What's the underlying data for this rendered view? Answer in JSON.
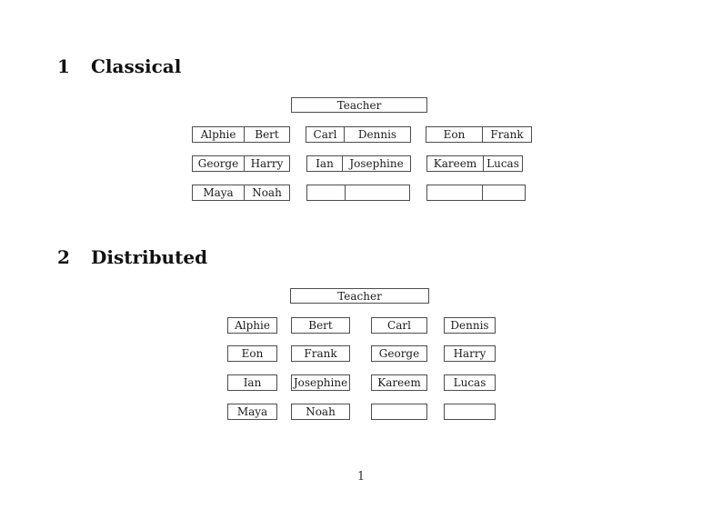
{
  "document": {
    "page_number": "1"
  },
  "sections": {
    "classical": {
      "number": "1",
      "title": "Classical"
    },
    "distributed": {
      "number": "2",
      "title": "Distributed"
    }
  },
  "classical": {
    "teacher": "Teacher",
    "desks": [
      [
        [
          "Alphie",
          "Bert"
        ],
        [
          "Carl",
          "Dennis"
        ],
        [
          "Eon",
          "Frank"
        ]
      ],
      [
        [
          "George",
          "Harry"
        ],
        [
          "Ian",
          "Josephine"
        ],
        [
          "Kareem",
          "Lucas"
        ]
      ],
      [
        [
          "Maya",
          "Noah"
        ],
        [
          "",
          ""
        ],
        [
          "",
          ""
        ]
      ]
    ]
  },
  "distributed": {
    "teacher": "Teacher",
    "seats": [
      [
        "Alphie",
        "Bert",
        "Carl",
        "Dennis"
      ],
      [
        "Eon",
        "Frank",
        "George",
        "Harry"
      ],
      [
        "Ian",
        "Josephine",
        "Kareem",
        "Lucas"
      ],
      [
        "Maya",
        "Noah",
        "",
        ""
      ]
    ]
  }
}
